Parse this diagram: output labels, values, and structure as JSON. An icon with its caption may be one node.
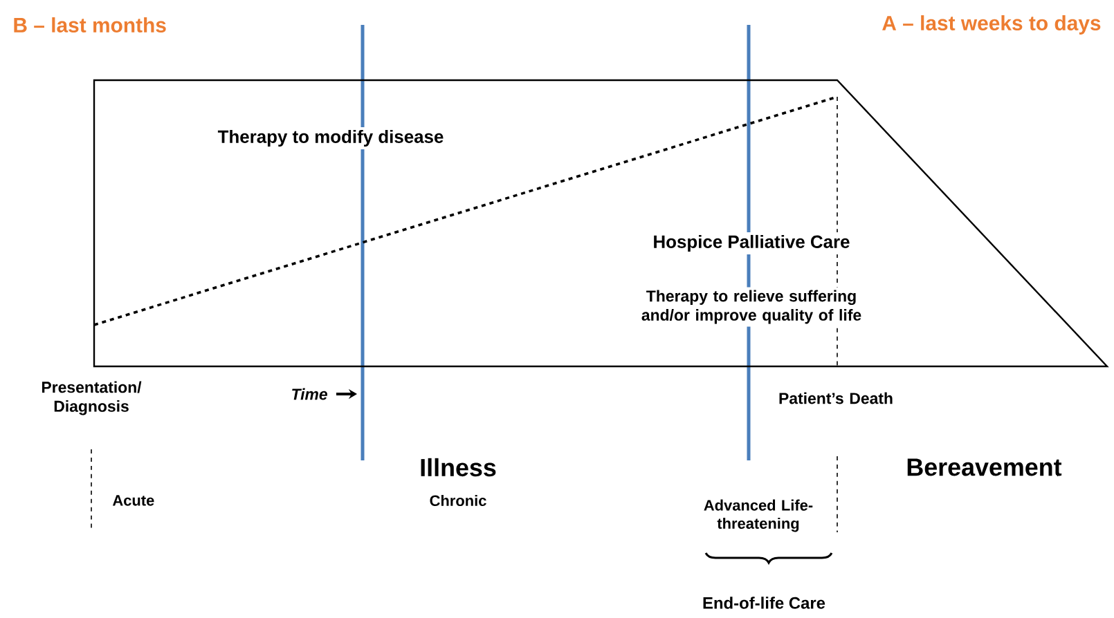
{
  "diagram": {
    "nodes": [
      {
        "text": [
          "Therapy to modify disease",
          "Hospice Palliative Care",
          "Therapy to relieve suffering and/or improve quality of life"
        ]
      }
    ],
    "edges": [],
    "labels": [
      "B – last months",
      "A – last weeks to days",
      "Presentation/ Diagnosis",
      "Time",
      "Patient’s Death",
      "Illness",
      "Bereavement",
      "Acute",
      "Chronic",
      "Advanced Life-threatening",
      "End-of-life Care"
    ]
  }
}
